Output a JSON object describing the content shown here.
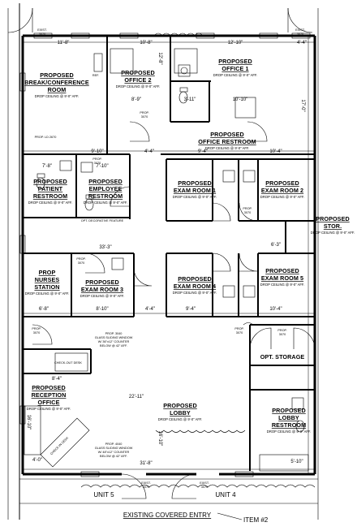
{
  "plan": {
    "rooms": {
      "break_room": {
        "title": [
          "PROPOSED",
          "BREAK/CONFERENCE",
          "ROOM"
        ],
        "ceiling": "DROP CEILING @ 9'-0\" AFF."
      },
      "office2": {
        "title": [
          "PROPOSED",
          "OFFICE 2"
        ],
        "ceiling": "DROP CEILING @ 9'-0\" AFF."
      },
      "office1": {
        "title": [
          "PROPOSED",
          "OFFICE 1"
        ],
        "ceiling": "DROP CEILING @ 9'-0\" AFF."
      },
      "office_restroom": {
        "title": [
          "PROPOSED",
          "OFFICE RESTROOM"
        ],
        "ceiling": "DROP CEILING @ 9'-0\" AFF."
      },
      "patient_restroom": {
        "title": [
          "PROPOSED",
          "PATIENT",
          "RESTROOM"
        ],
        "ceiling": "DROP CEILING @ 9'-0\" AFF."
      },
      "employee_restroom": {
        "title": [
          "PROPOSED",
          "EMPLOYEE",
          "RESTROOM"
        ],
        "ceiling": "DROP CEILING @ 9'-0\" AFF."
      },
      "exam1": {
        "title": [
          "PROPOSED",
          "EXAM ROOM 1"
        ],
        "ceiling": "DROP CEILING @ 9'-0\" AFF."
      },
      "exam2": {
        "title": [
          "PROPOSED",
          "EXAM ROOM 2"
        ],
        "ceiling": "DROP CEILING @ 9'-0\" AFF."
      },
      "stor": {
        "title": [
          "PROPOSED",
          "STOR."
        ],
        "ceiling": "DROP CEILING @ 9'-0\" AFF."
      },
      "nurse_station": {
        "title": [
          "PROP",
          "NURSES",
          "STATION"
        ],
        "ceiling": "DROP CEILING @ 9'-0\" AFF."
      },
      "exam3": {
        "title": [
          "PROPOSED",
          "EXAM ROOM 3"
        ],
        "ceiling": "DROP CEILING @ 9'-0\" AFF."
      },
      "exam4": {
        "title": [
          "PROPOSED",
          "EXAM ROOM 4"
        ],
        "ceiling": "DROP CEILING @ 9'-0\" AFF."
      },
      "exam5": {
        "title": [
          "PROPOSED",
          "EXAM ROOM 5"
        ],
        "ceiling": "DROP CEILING @ 9'-0\" AFF."
      },
      "opt_storage": {
        "title": [
          "OPT. STORAGE"
        ],
        "ceiling": ""
      },
      "reception": {
        "title": [
          "PROPOSED",
          "RECEPTION",
          "OFFICE"
        ],
        "ceiling": "DROP CEILING @ 9'-0\" AFF."
      },
      "lobby": {
        "title": [
          "PROPOSED",
          "LOBBY"
        ],
        "ceiling": "DROP CEILING @ 9'-0\" AFF."
      },
      "lobby_restroom": {
        "title": [
          "PROPOSED",
          "LOBBY",
          "RESTROOM"
        ],
        "ceiling": "DROP CEILING @ 9'-0\" AFF."
      }
    },
    "labels": {
      "unit5": "UNIT 5",
      "unit4": "UNIT 4",
      "covered_entry": "EXISTING COVERED ENTRY",
      "item": "ITEM #2",
      "checkout": "CHECK-OUT DESK",
      "checkin": "CHECK-IN DESK",
      "decorative": "OPT. DECORATIVE FEATURE",
      "ref": "REF.",
      "window1": [
        "PROP. 3040",
        "GLASS SLIDING WINDOW",
        "W/ 36\"x12\" COUNTER",
        "BELOW @ 42\" AFF."
      ],
      "window2": [
        "PROP. 4040",
        "GLASS SLIDING WINDOW",
        "W/ 48\"x12\" COUNTER",
        "BELOW @ 42\" AFF."
      ],
      "exist_door": [
        "EXIST.",
        "3070"
      ],
      "prop_door": [
        "PROP.",
        "3070"
      ],
      "door_2670": "PROP. LD 2670"
    },
    "dims": {
      "top": [
        "11'-8\"",
        "10'-8\"",
        "12'-10\"",
        "4'-4\""
      ],
      "break_w": "9'-10\"",
      "break_h": "12'-8\"",
      "office2_w": "8'-9\"",
      "office_rest_w": "3'-11\"",
      "office1_w": "10'-10\"",
      "office1_h": "17'-0\"",
      "corr1": "4'-4\"",
      "rest_w": "9'-4\"",
      "office1_low": "10'-4\"",
      "patient_w": "7'-8\"",
      "emp_w": "7'-10\"",
      "left_mid": "6'-8\"",
      "nurse_top": "33'-3\"",
      "left_bottom": "6'-8\"",
      "exam3_w": "8'-10\"",
      "exam2_w": "6'-3\"",
      "exam4_w": "9'-4\"",
      "corr2": "4'-4\"",
      "exam5_w": "10'-4\"",
      "recep_w": "8'-4\"",
      "lobby_w": "22'-11\"",
      "lobby_h": "16'-10\"",
      "recep_h": "16'-10\"",
      "bottom_left": "4'-0\"",
      "bottom_total": "31'-8\"",
      "lobby_rest": "5'-10\""
    }
  }
}
